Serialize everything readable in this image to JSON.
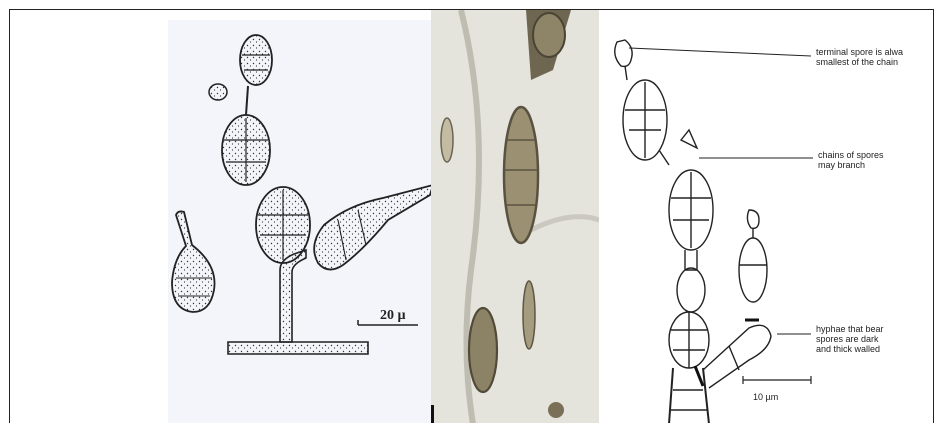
{
  "figure": {
    "left_panel": {
      "scale_label": "20 µ"
    },
    "right_panel": {
      "annotations": [
        {
          "line1": "terminal spore is alwa",
          "line2": "smallest of the chain"
        },
        {
          "line1": "chains of spores",
          "line2": "may branch"
        },
        {
          "line1": "hyphae that bear",
          "line2": "spores are dark",
          "line3": "and thick walled"
        }
      ],
      "scale_label": "10 µm"
    }
  }
}
